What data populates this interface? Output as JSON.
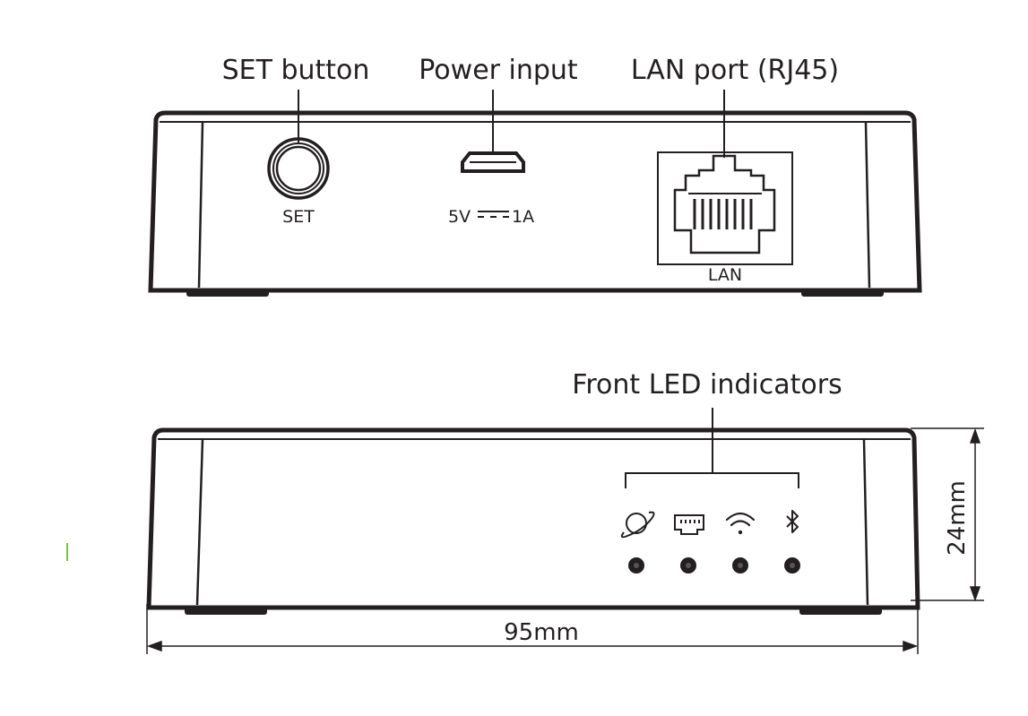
{
  "rear_view": {
    "callouts": {
      "set_button": "SET button",
      "power_input": "Power input",
      "lan_port": "LAN port (RJ45)"
    },
    "port_labels": {
      "set": "SET",
      "power_rating": "5V ═══ 1A",
      "lan": "LAN"
    }
  },
  "front_view": {
    "callouts": {
      "led_indicators": "Front LED indicators"
    },
    "led_icons": [
      "globe-icon",
      "lan-icon",
      "wifi-icon",
      "bluetooth-icon"
    ]
  },
  "dimensions": {
    "width": "95mm",
    "height": "24mm"
  },
  "colors": {
    "line": "#231f20",
    "stray_mark": "#7ac142"
  }
}
